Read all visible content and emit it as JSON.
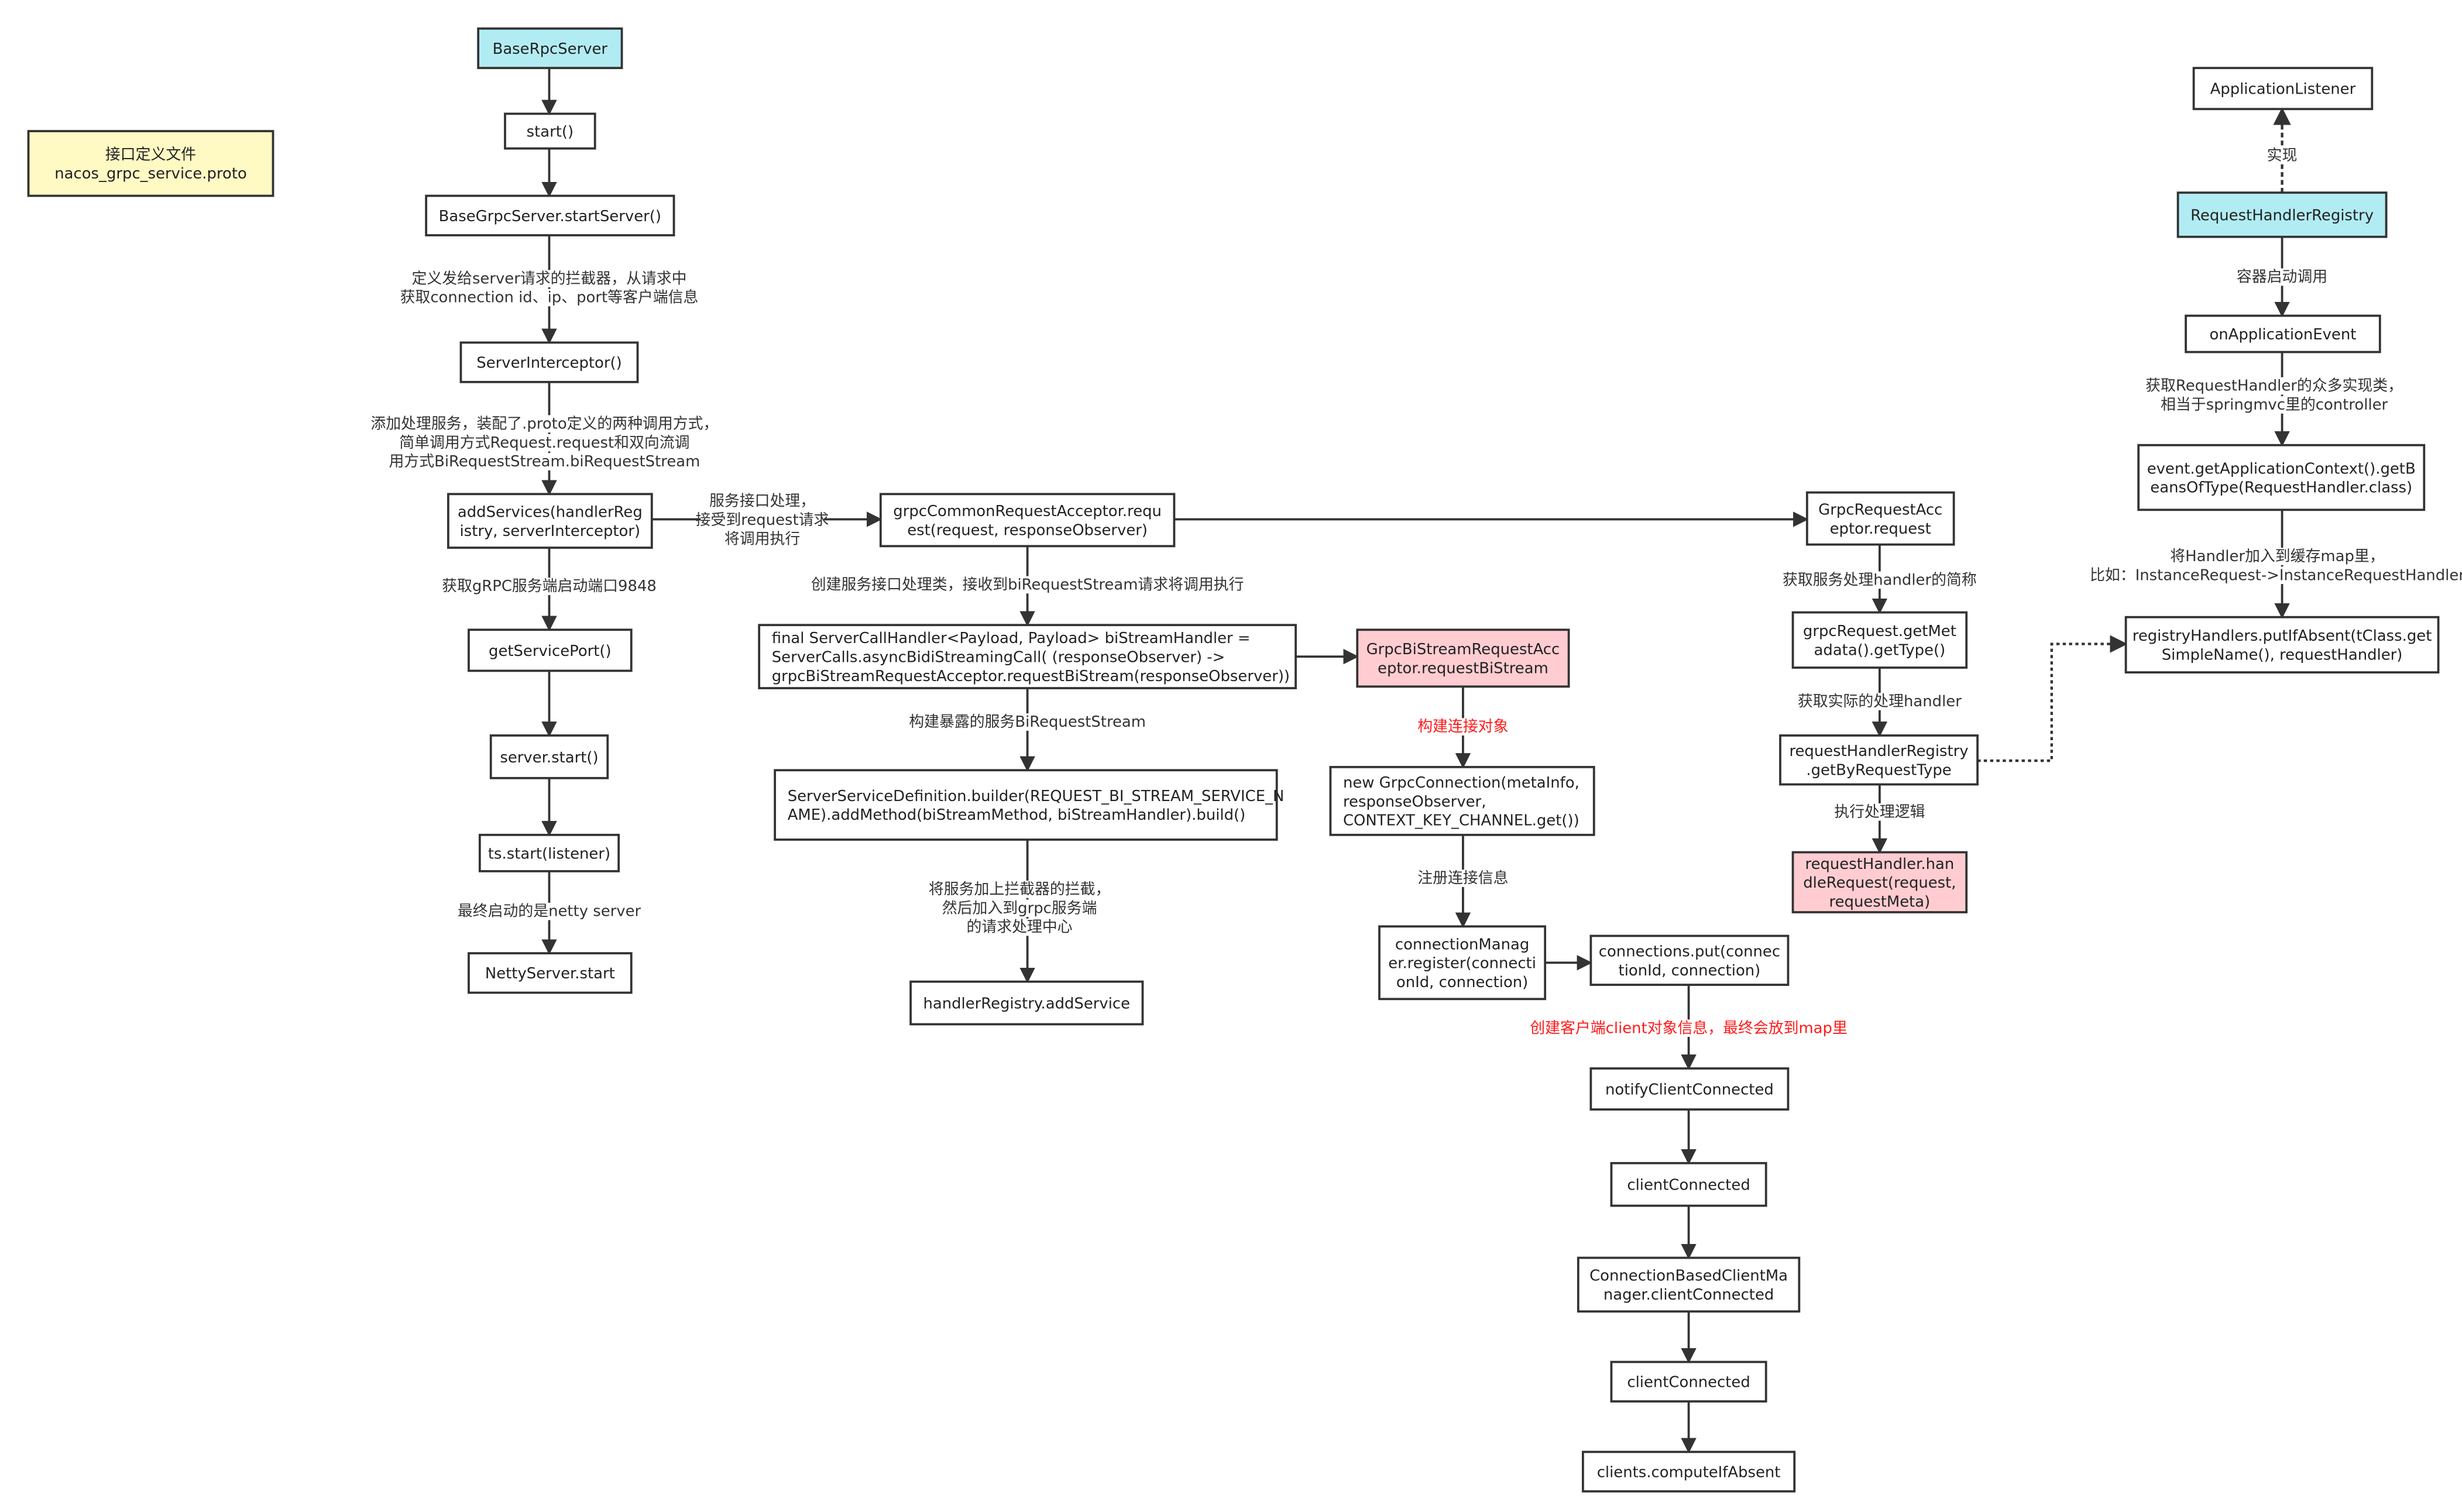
{
  "colors": {
    "cyan": "#b2ecf3",
    "yellow": "#fff9c4",
    "pink": "#ffccd1",
    "white": "#ffffff",
    "stroke": "#333333",
    "red": "#ff1a1a"
  },
  "nodes": {
    "proto": {
      "lines": [
        "接口定义文件",
        "nacos_grpc_service.proto"
      ]
    },
    "baseRpcServer": {
      "lines": [
        "BaseRpcServer"
      ]
    },
    "start": {
      "lines": [
        "start()"
      ]
    },
    "startServer": {
      "lines": [
        "BaseGrpcServer.startServer()"
      ]
    },
    "serverInterceptor": {
      "lines": [
        "ServerInterceptor()"
      ]
    },
    "addServices": {
      "lines": [
        "addServices(handlerReg",
        "istry, serverInterceptor)"
      ]
    },
    "getServicePort": {
      "lines": [
        "getServicePort()"
      ]
    },
    "serverStart": {
      "lines": [
        "server.start()"
      ]
    },
    "tsStart": {
      "lines": [
        "ts.start(listener)"
      ]
    },
    "nettyStart": {
      "lines": [
        "NettyServer.start"
      ]
    },
    "grpcCommon": {
      "lines": [
        "grpcCommonRequestAcceptor.requ",
        "est(request, responseObserver)"
      ]
    },
    "serverCallHandler": {
      "lines": [
        "final ServerCallHandler<Payload, Payload> biStreamHandler =",
        "ServerCalls.asyncBidiStreamingCall( (responseObserver) ->",
        "grpcBiStreamRequestAcceptor.requestBiStream(responseObserver))"
      ]
    },
    "biStreamAcceptor": {
      "lines": [
        "GrpcBiStreamRequestAcc",
        "eptor.requestBiStream"
      ]
    },
    "serviceDefinition": {
      "lines": [
        "ServerServiceDefinition.builder(REQUEST_BI_STREAM_SERVICE_N",
        "AME).addMethod(biStreamMethod, biStreamHandler).build()"
      ]
    },
    "addService": {
      "lines": [
        "handlerRegistry.addService"
      ]
    },
    "newGrpcConnection": {
      "lines": [
        "new GrpcConnection(metaInfo,",
        "responseObserver,",
        "CONTEXT_KEY_CHANNEL.get())"
      ]
    },
    "connRegister": {
      "lines": [
        "connectionManag",
        "er.register(connecti",
        "onId, connection)"
      ]
    },
    "connPut": {
      "lines": [
        "connections.put(connec",
        "tionId, connection)"
      ]
    },
    "notifyClientConnected": {
      "lines": [
        "notifyClientConnected"
      ]
    },
    "clientConnected1": {
      "lines": [
        "clientConnected"
      ]
    },
    "connBasedClientManager": {
      "lines": [
        "ConnectionBasedClientMa",
        "nager.clientConnected"
      ]
    },
    "clientConnected2": {
      "lines": [
        "clientConnected"
      ]
    },
    "computeIfAbsent": {
      "lines": [
        "clients.computeIfAbsent"
      ]
    },
    "grpcRequestAcceptor": {
      "lines": [
        "GrpcRequestAcc",
        "eptor.request"
      ]
    },
    "getMetadataType": {
      "lines": [
        "grpcRequest.getMet",
        "adata().getType()"
      ]
    },
    "getByRequestType": {
      "lines": [
        "requestHandlerRegistry",
        ".getByRequestType"
      ]
    },
    "handleRequest": {
      "lines": [
        "requestHandler.han",
        "dleRequest(request,",
        "requestMeta)"
      ]
    },
    "applicationListener": {
      "lines": [
        "ApplicationListener"
      ]
    },
    "requestHandlerRegistry": {
      "lines": [
        "RequestHandlerRegistry"
      ]
    },
    "onApplicationEvent": {
      "lines": [
        "onApplicationEvent"
      ]
    },
    "getBeansOfType": {
      "lines": [
        "event.getApplicationContext().getB",
        "eansOfType(RequestHandler.class)"
      ]
    },
    "putIfAbsent": {
      "lines": [
        "registryHandlers.putIfAbsent(tClass.get",
        "SimpleName(), requestHandler)"
      ]
    }
  },
  "labels": {
    "interceptorNote": {
      "lines": [
        "定义发给server请求的拦截器，从请求中",
        "获取connection id、ip、port等客户端信息"
      ]
    },
    "addServicesNote": {
      "lines": [
        "添加处理服务，装配了.proto定义的两种调用方式，",
        "简单调用方式Request.request和双向流调",
        "用方式BiRequestStream.biRequestStream"
      ]
    },
    "portNote": {
      "lines": [
        "获取gRPC服务端启动端口9848"
      ]
    },
    "nettyNote": {
      "lines": [
        "最终启动的是netty server"
      ]
    },
    "requestNote": {
      "lines": [
        "服务接口处理，",
        "接受到request请求",
        "将调用执行"
      ]
    },
    "handlerClassNote": {
      "lines": [
        "创建服务接口处理类，接收到biRequestStream请求将调用执行"
      ]
    },
    "exposeNote": {
      "lines": [
        "构建暴露的服务BiRequestStream"
      ]
    },
    "interceptNote": {
      "lines": [
        "将服务加上拦截器的拦截，",
        "然后加入到grpc服务端",
        "的请求处理中心"
      ]
    },
    "buildConnNote": {
      "lines": [
        "构建连接对象"
      ]
    },
    "registerConnNote": {
      "lines": [
        "注册连接信息"
      ]
    },
    "clientMapNote": {
      "lines": [
        "创建客户端client对象信息，最终会放到map里"
      ]
    },
    "shortNameNote": {
      "lines": [
        "获取服务处理handler的简称"
      ]
    },
    "actualHandlerNote": {
      "lines": [
        "获取实际的处理handler"
      ]
    },
    "executeNote": {
      "lines": [
        "执行处理逻辑"
      ]
    },
    "implementNote": {
      "lines": [
        "实现"
      ]
    },
    "containerNote": {
      "lines": [
        "容器启动调用"
      ]
    },
    "implClassesNote": {
      "lines": [
        "获取RequestHandler的众多实现类，",
        "相当于springmvc里的controller"
      ]
    },
    "cacheNote": {
      "lines": [
        "将Handler加入到缓存map里，",
        "比如：InstanceRequest->InstanceRequestHandler"
      ]
    }
  }
}
